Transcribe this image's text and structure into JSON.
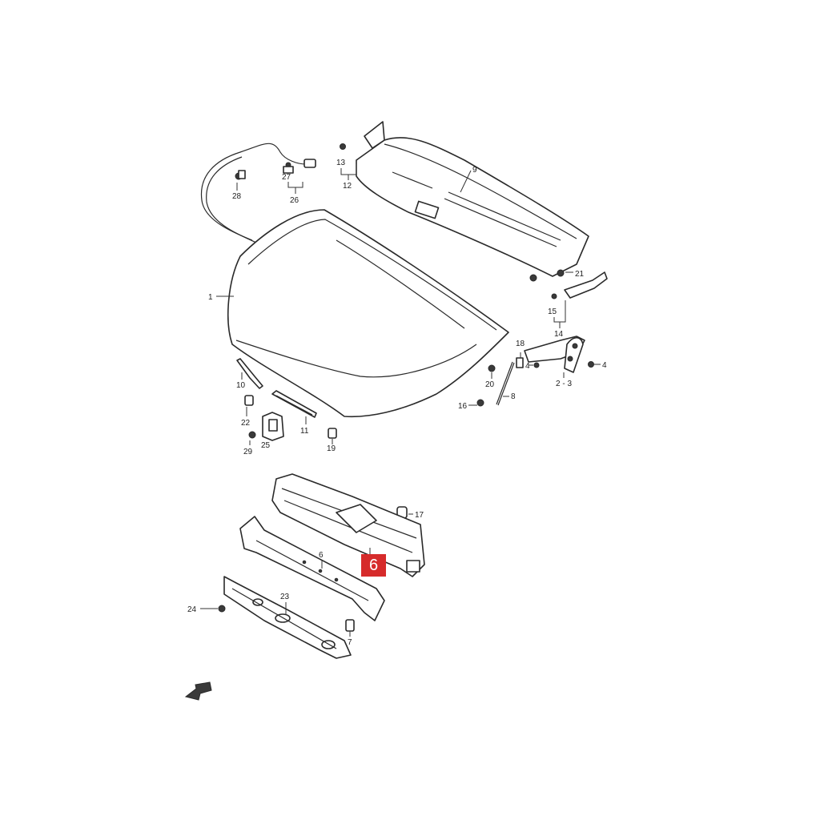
{
  "callouts": {
    "c1": "1",
    "c2_3": "2 - 3",
    "c4a": "4",
    "c4b": "4",
    "c6": "6",
    "c7": "7",
    "c8": "8",
    "c9": "9",
    "c10": "10",
    "c11": "11",
    "c12": "12",
    "c13": "13",
    "c14": "14",
    "c15": "15",
    "c16": "16",
    "c17": "17",
    "c18": "18",
    "c19": "19",
    "c20": "20",
    "c21": "21",
    "c22": "22",
    "c23": "23",
    "c24": "24",
    "c25": "25",
    "c26": "26",
    "c27": "27",
    "c28": "28",
    "c29": "29"
  },
  "highlight": {
    "label": "6",
    "color": "#d62b2b"
  },
  "front_arrow": {
    "icon": "front-direction-arrow-icon"
  }
}
